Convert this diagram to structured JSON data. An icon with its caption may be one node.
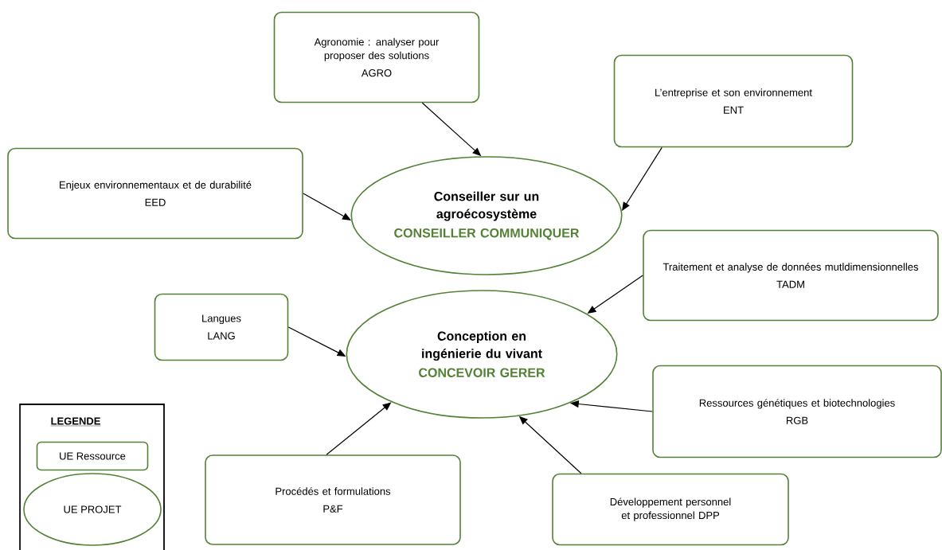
{
  "diagram": {
    "nodes": [
      {
        "text": [
          "Agronomie : analyser pour proposer des solutions",
          "AGRO"
        ]
      },
      {
        "text": [
          "L’entreprise et son environnement",
          "ENT"
        ]
      },
      {
        "text": [
          "Enjeux environnementaux et de durabilité",
          "EED"
        ]
      },
      {
        "text": [
          "Conseiller sur un agroécosystème",
          "CONSEILLER COMMUNIQUER"
        ]
      },
      {
        "text": [
          "Traitement et analyse de données mutldimensionnelles",
          "TADM"
        ]
      },
      {
        "text": [
          "Langues",
          "LANG"
        ]
      },
      {
        "text": [
          "Conception en ingénierie du vivant",
          "CONCEVOIR GERER"
        ]
      },
      {
        "text": [
          "Ressources génétiques et biotechnologies",
          "RGB"
        ]
      },
      {
        "text": [
          "Procédés et formulations",
          "P&F"
        ]
      },
      {
        "text": [
          "Développement personnel et professionnel DPP"
        ]
      }
    ],
    "edges": [
      {
        "from": 0,
        "to": 3,
        "arrow": "to"
      },
      {
        "from": 1,
        "to": 3,
        "arrow": "to"
      },
      {
        "from": 2,
        "to": 3,
        "arrow": "to"
      },
      {
        "from": 4,
        "to": 6,
        "arrow": "to"
      },
      {
        "from": 5,
        "to": 6,
        "arrow": "to"
      },
      {
        "from": 7,
        "to": 6,
        "arrow": "to"
      },
      {
        "from": 8,
        "to": 6,
        "arrow": "to"
      },
      {
        "from": 9,
        "to": 6,
        "arrow": "to"
      }
    ],
    "labels": [
      "LEGENDE"
    ],
    "legend": [
      {
        "text": "UE Ressource"
      },
      {
        "text": "UE PROJET"
      }
    ]
  }
}
